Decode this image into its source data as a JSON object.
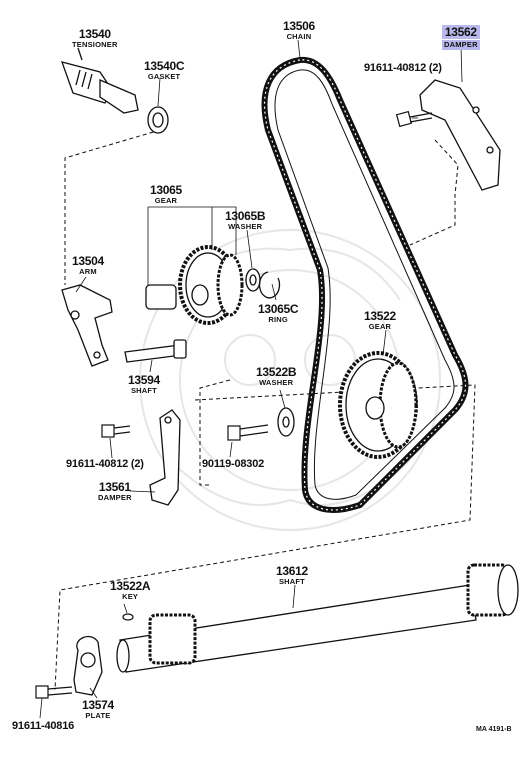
{
  "parts": [
    {
      "id": "tensioner",
      "number": "13540",
      "name": "TENSIONER"
    },
    {
      "id": "gasket",
      "number": "13540C",
      "name": "GASKET"
    },
    {
      "id": "chain",
      "number": "13506",
      "name": "CHAIN"
    },
    {
      "id": "damper-upper",
      "number": "13562",
      "name": "DAMPER",
      "highlighted": true
    },
    {
      "id": "gear-upper",
      "number": "13065",
      "name": "GEAR"
    },
    {
      "id": "washer-upper",
      "number": "13065B",
      "name": "WASHER"
    },
    {
      "id": "arm",
      "number": "13504",
      "name": "ARM"
    },
    {
      "id": "ring",
      "number": "13065C",
      "name": "RING"
    },
    {
      "id": "gear-lower",
      "number": "13522",
      "name": "GEAR"
    },
    {
      "id": "shaft-upper",
      "number": "13594",
      "name": "SHAFT"
    },
    {
      "id": "washer-lower",
      "number": "13522B",
      "name": "WASHER"
    },
    {
      "id": "damper-lower",
      "number": "13561",
      "name": "DAMPER"
    },
    {
      "id": "shaft-lower",
      "number": "13612",
      "name": "SHAFT"
    },
    {
      "id": "key",
      "number": "13522A",
      "name": "KEY"
    },
    {
      "id": "plate",
      "number": "13574",
      "name": "PLATE"
    }
  ],
  "bolts": {
    "top_right": "91611-40812",
    "top_right_qty": "(2)",
    "left": "91611-40812",
    "left_qty": "(2)",
    "middle": "90119-08302",
    "bottom_left": "91611-40816"
  },
  "diagram_code": "MA 4191-B",
  "colors": {
    "ink": "#111111",
    "highlight": "#b9b9ee",
    "watermark": "#e6e6e6"
  }
}
